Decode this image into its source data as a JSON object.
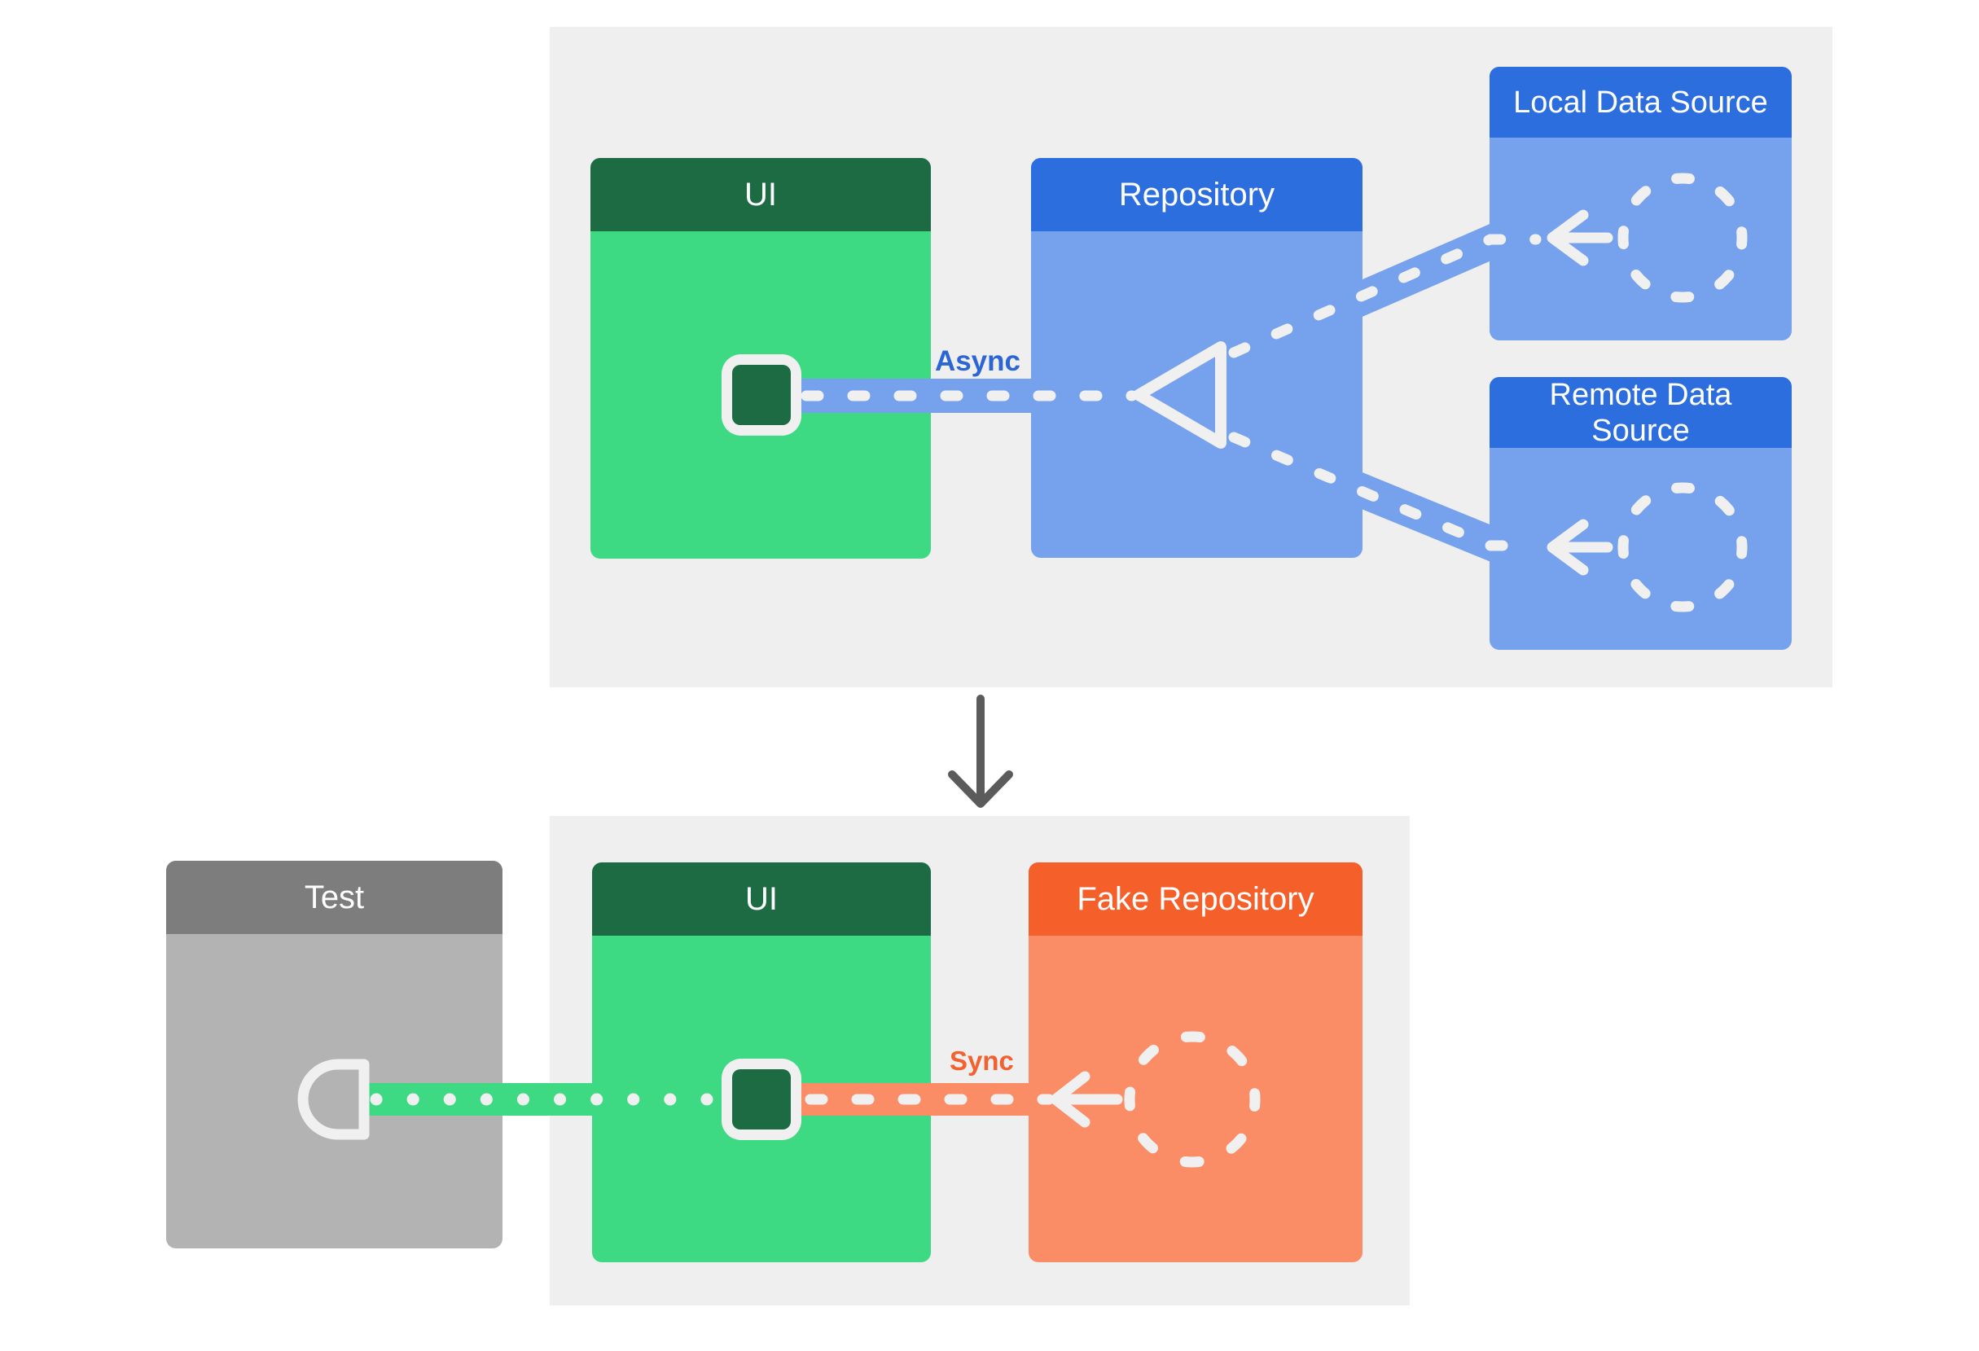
{
  "colors": {
    "page_bg": "#ffffff",
    "panel_bg": "#efefef",
    "green_header": "#1c6b43",
    "green_body": "#3ed983",
    "blue_header": "#2c6edd",
    "blue_body": "#76a1ec",
    "orange_header": "#f55f2a",
    "orange_body": "#fa8d66",
    "gray_header": "#7d7d7d",
    "gray_body": "#b3b3b3",
    "header_text": "#ffffff",
    "async_text": "#2c66d4",
    "sync_text": "#f2612f",
    "connector": "#f0f0f0",
    "down_arrow": "#5b5b5b"
  },
  "production_panel": {
    "ui_card": {
      "title": "UI"
    },
    "repository_card": {
      "title": "Repository"
    },
    "local_data_source_card": {
      "title": "Local Data Source"
    },
    "remote_data_source_card": {
      "title": "Remote Data Source"
    },
    "async_label": "Async"
  },
  "test_panel": {
    "test_card": {
      "title": "Test"
    },
    "ui_card": {
      "title": "UI"
    },
    "fake_repository_card": {
      "title": "Fake Repository"
    },
    "sync_label": "Sync"
  }
}
